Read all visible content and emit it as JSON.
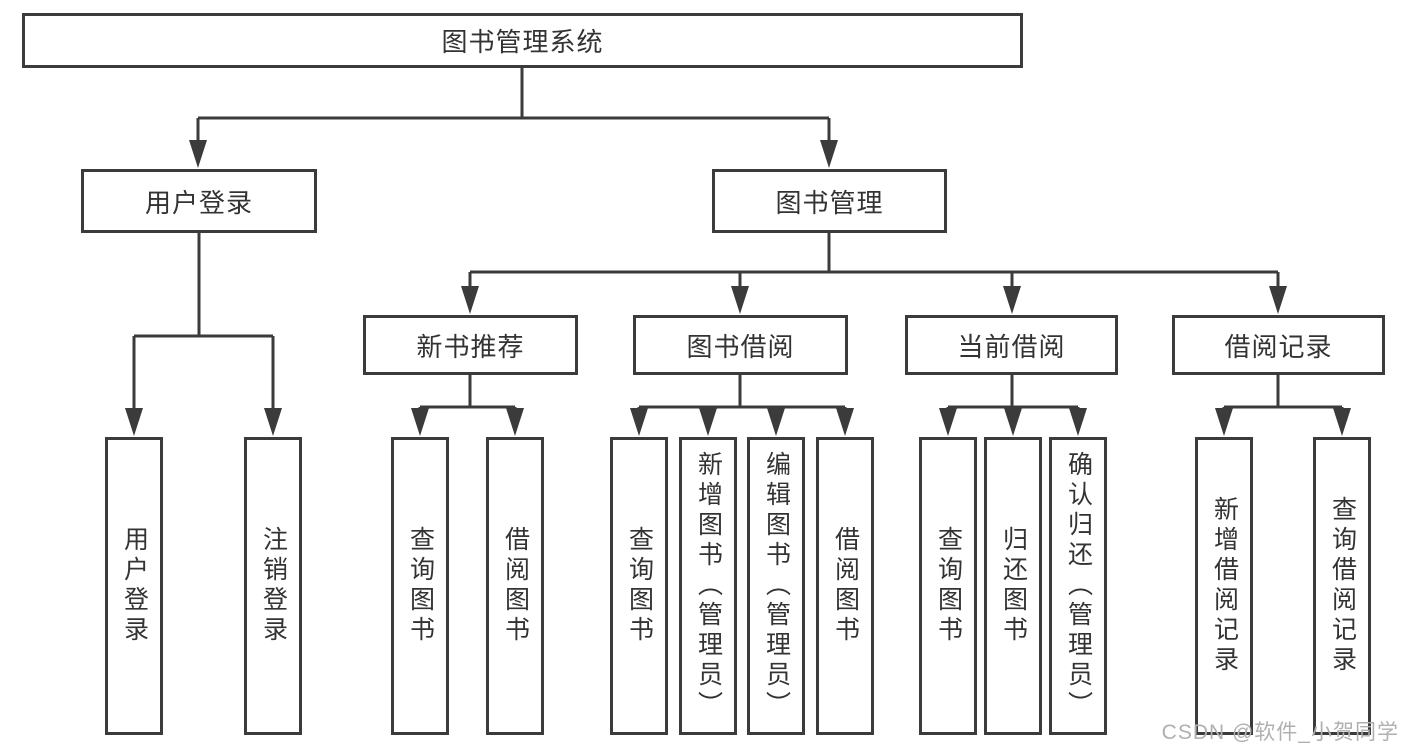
{
  "diagram": {
    "root": {
      "label": "图书管理系统"
    },
    "branches": [
      {
        "label": "用户登录",
        "children": [
          "用户登录",
          "注销登录"
        ]
      },
      {
        "label": "图书管理",
        "sections": [
          {
            "label": "新书推荐",
            "children": [
              "查询图书",
              "借阅图书"
            ]
          },
          {
            "label": "图书借阅",
            "children": [
              "查询图书",
              "新增图书（管理员）",
              "编辑图书（管理员）",
              "借阅图书"
            ]
          },
          {
            "label": "当前借阅",
            "children": [
              "查询图书",
              "归还图书",
              "确认归还（管理员）"
            ]
          },
          {
            "label": "借阅记录",
            "children": [
              "新增借阅记录",
              "查询借阅记录"
            ]
          }
        ]
      }
    ]
  },
  "watermark": "CSDN @软件_小贺同学",
  "colors": {
    "line": "#3b3b3b",
    "text": "#333333",
    "watermark": "#b0b0b0",
    "background": "#ffffff"
  }
}
